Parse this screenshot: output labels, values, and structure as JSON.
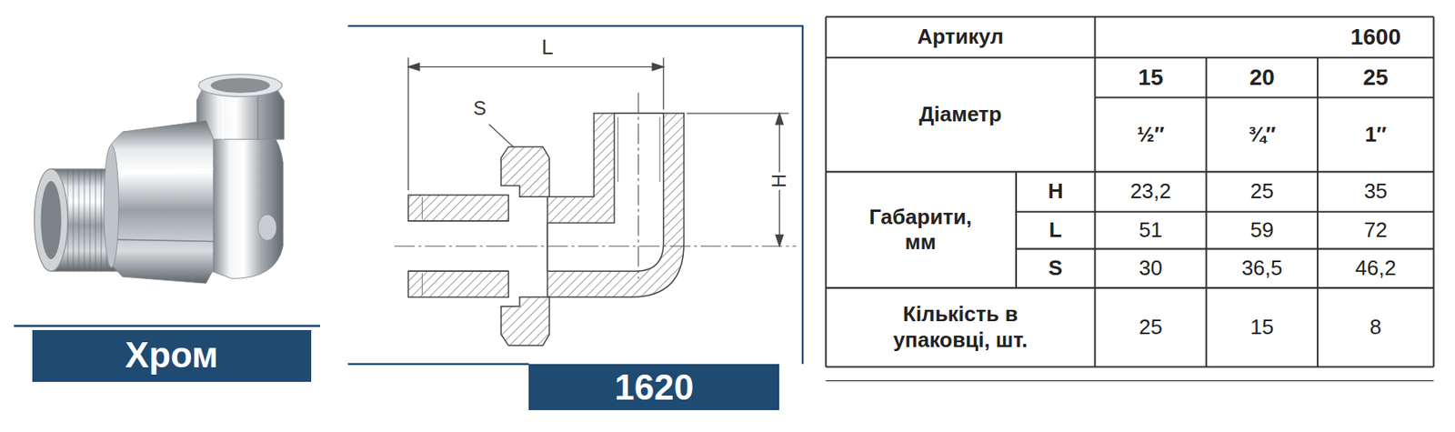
{
  "diagram": {
    "nodes": [
      {
        "text": [
          "Хром"
        ]
      },
      {
        "text": [
          "1620"
        ]
      }
    ],
    "labels": [
      "Артикул",
      "1600",
      "Діаметр",
      "15",
      "20",
      "25",
      "½″",
      "¾″",
      "1″",
      "Габарити, мм",
      "H",
      "L",
      "S",
      "23,2",
      "25",
      "35",
      "51",
      "59",
      "72",
      "30",
      "36,5",
      "46,2",
      "Кількість в упаковці, шт.",
      "25",
      "15",
      "8",
      "L",
      "S",
      "H"
    ]
  }
}
